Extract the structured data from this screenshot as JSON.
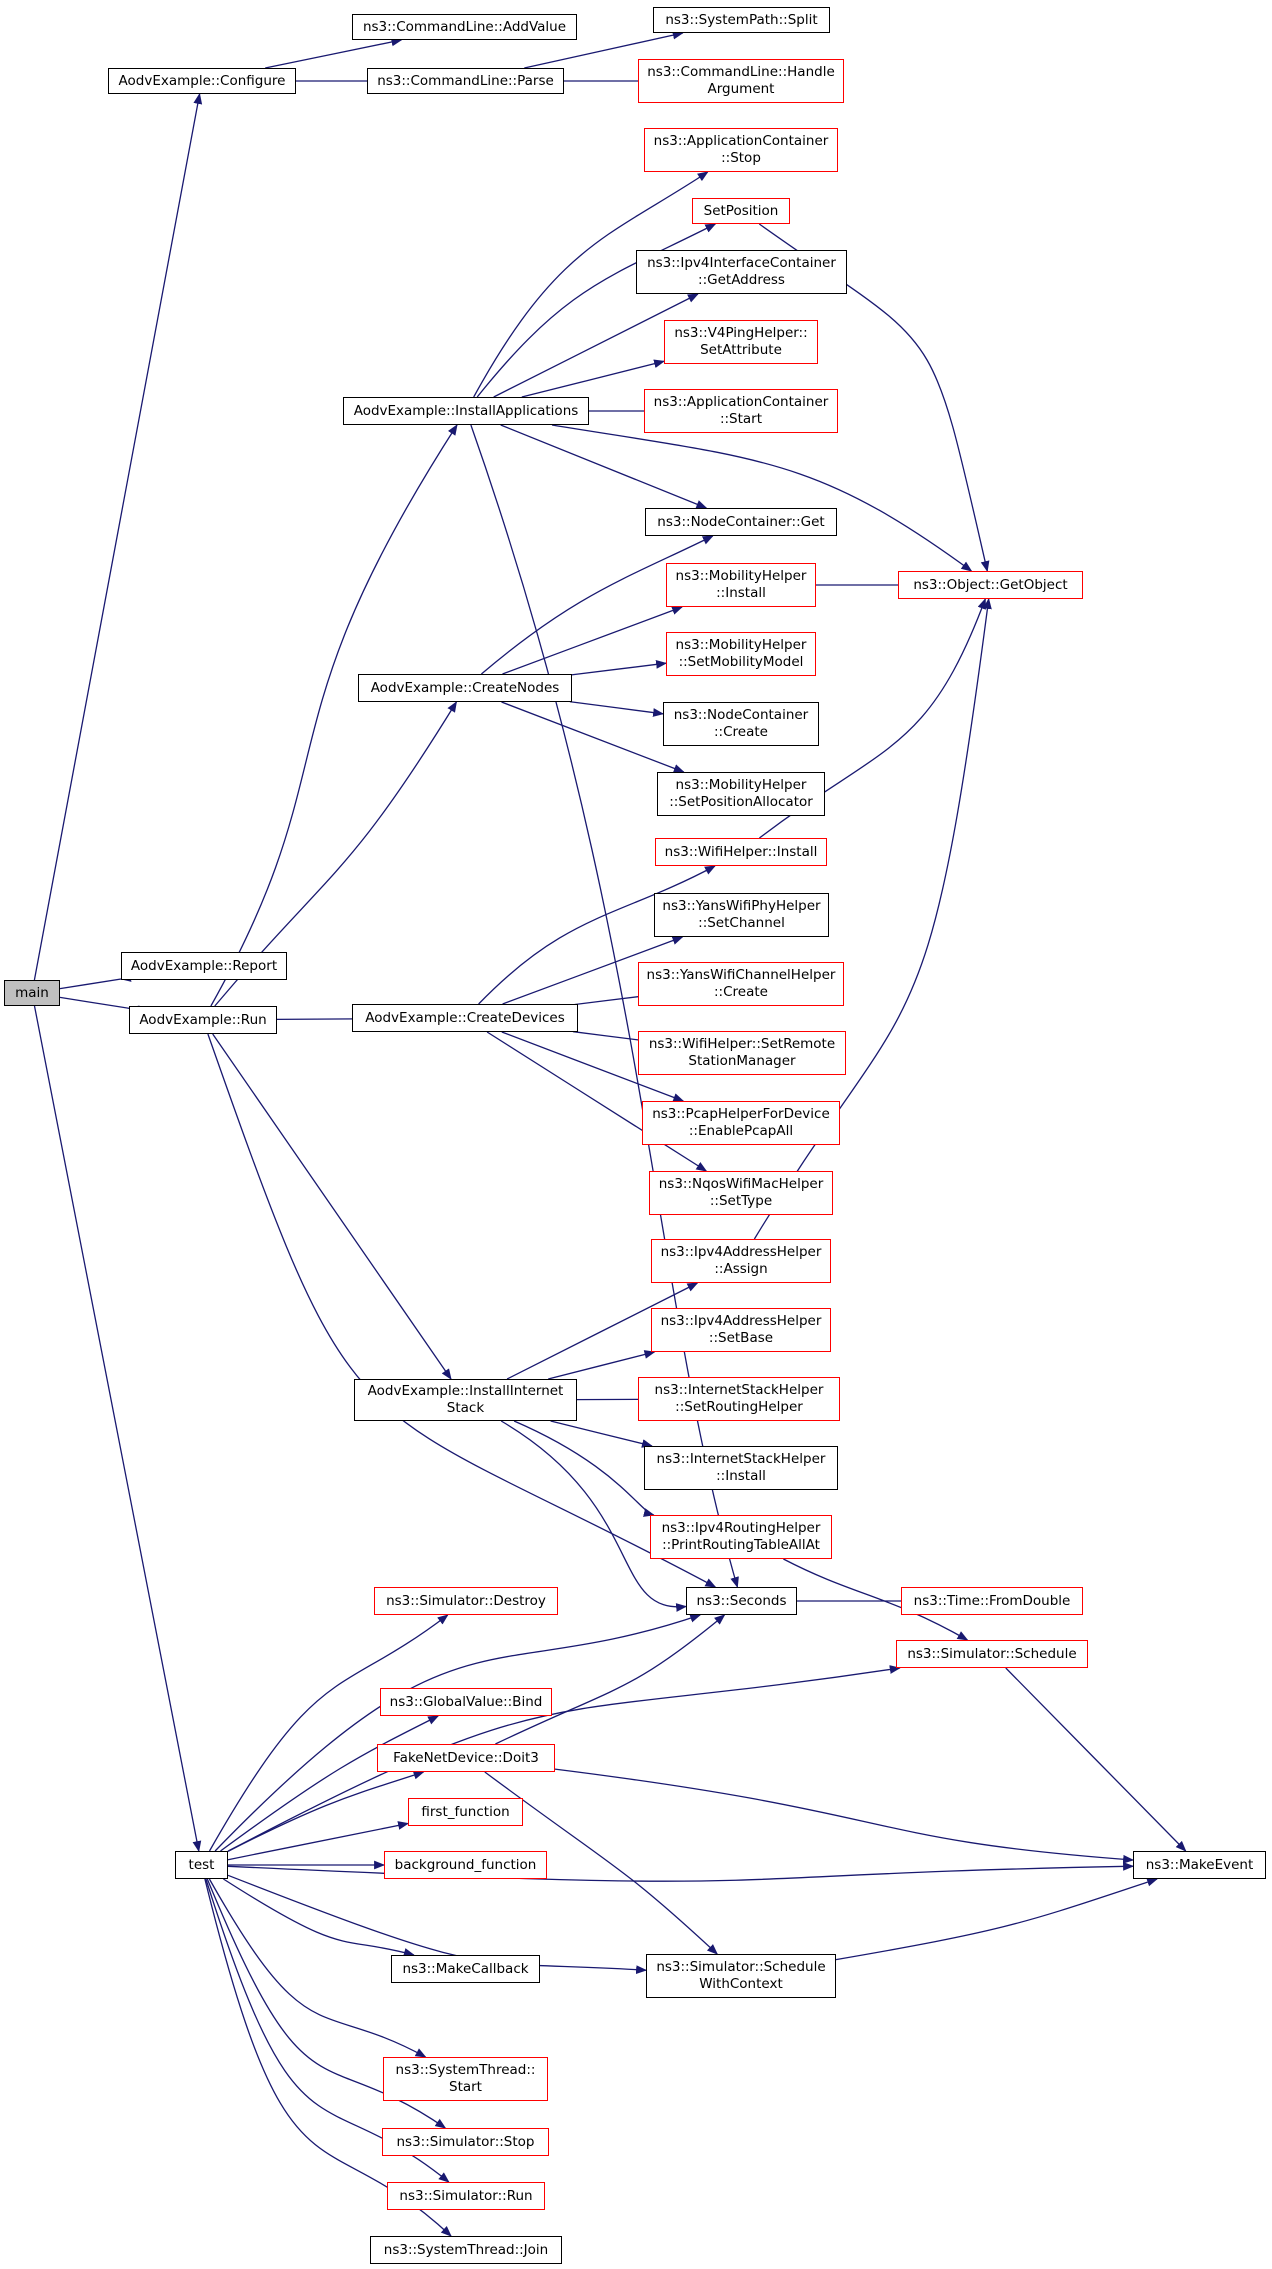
{
  "colors": {
    "edge": "#191970",
    "documented_border": "#000000",
    "undocumented_border": "#ff0000",
    "root_fill": "#bfbfbf"
  },
  "nodes": [
    {
      "id": "main",
      "label": "main",
      "style": "root"
    },
    {
      "id": "configure",
      "label": "AodvExample::Configure",
      "style": "black"
    },
    {
      "id": "addvalue",
      "label": "ns3::CommandLine::AddValue",
      "style": "black"
    },
    {
      "id": "parse",
      "label": "ns3::CommandLine::Parse",
      "style": "black"
    },
    {
      "id": "split",
      "label": "ns3::SystemPath::Split",
      "style": "black"
    },
    {
      "id": "handlearg",
      "label": "ns3::CommandLine::Handle\nArgument",
      "style": "red"
    },
    {
      "id": "appstop",
      "label": "ns3::ApplicationContainer\n::Stop",
      "style": "red"
    },
    {
      "id": "setposition",
      "label": "SetPosition",
      "style": "red"
    },
    {
      "id": "getaddress",
      "label": "ns3::Ipv4InterfaceContainer\n::GetAddress",
      "style": "black"
    },
    {
      "id": "v4ping",
      "label": "ns3::V4PingHelper::\nSetAttribute",
      "style": "red"
    },
    {
      "id": "installapps",
      "label": "AodvExample::InstallApplications",
      "style": "black"
    },
    {
      "id": "appstart",
      "label": "ns3::ApplicationContainer\n::Start",
      "style": "red"
    },
    {
      "id": "nodeget",
      "label": "ns3::NodeContainer::Get",
      "style": "black"
    },
    {
      "id": "mobinstall",
      "label": "ns3::MobilityHelper\n::Install",
      "style": "red"
    },
    {
      "id": "getobject",
      "label": "ns3::Object::GetObject",
      "style": "red"
    },
    {
      "id": "setmobmodel",
      "label": "ns3::MobilityHelper\n::SetMobilityModel",
      "style": "red"
    },
    {
      "id": "createnodes",
      "label": "AodvExample::CreateNodes",
      "style": "black"
    },
    {
      "id": "nccreate",
      "label": "ns3::NodeContainer\n::Create",
      "style": "black"
    },
    {
      "id": "setposalloc",
      "label": "ns3::MobilityHelper\n::SetPositionAllocator",
      "style": "black"
    },
    {
      "id": "wifiinstall",
      "label": "ns3::WifiHelper::Install",
      "style": "red"
    },
    {
      "id": "setchannel",
      "label": "ns3::YansWifiPhyHelper\n::SetChannel",
      "style": "black"
    },
    {
      "id": "report",
      "label": "AodvExample::Report",
      "style": "black"
    },
    {
      "id": "yanscreate",
      "label": "ns3::YansWifiChannelHelper\n::Create",
      "style": "red"
    },
    {
      "id": "run",
      "label": "AodvExample::Run",
      "style": "black"
    },
    {
      "id": "createdevices",
      "label": "AodvExample::CreateDevices",
      "style": "black"
    },
    {
      "id": "setremote",
      "label": "ns3::WifiHelper::SetRemote\nStationManager",
      "style": "red"
    },
    {
      "id": "pcap",
      "label": "ns3::PcapHelperForDevice\n::EnablePcapAll",
      "style": "red"
    },
    {
      "id": "nqos",
      "label": "ns3::NqosWifiMacHelper\n::SetType",
      "style": "red"
    },
    {
      "id": "assign",
      "label": "ns3::Ipv4AddressHelper\n::Assign",
      "style": "red"
    },
    {
      "id": "setbase",
      "label": "ns3::Ipv4AddressHelper\n::SetBase",
      "style": "red"
    },
    {
      "id": "installinternet",
      "label": "AodvExample::InstallInternet\nStack",
      "style": "black"
    },
    {
      "id": "setrouting",
      "label": "ns3::InternetStackHelper\n::SetRoutingHelper",
      "style": "red"
    },
    {
      "id": "ishinstall",
      "label": "ns3::InternetStackHelper\n::Install",
      "style": "black"
    },
    {
      "id": "printrouting",
      "label": "ns3::Ipv4RoutingHelper\n::PrintRoutingTableAllAt",
      "style": "red"
    },
    {
      "id": "simdestroy",
      "label": "ns3::Simulator::Destroy",
      "style": "red"
    },
    {
      "id": "seconds",
      "label": "ns3::Seconds",
      "style": "black"
    },
    {
      "id": "fromdouble",
      "label": "ns3::Time::FromDouble",
      "style": "red"
    },
    {
      "id": "schedule",
      "label": "ns3::Simulator::Schedule",
      "style": "red"
    },
    {
      "id": "gvbind",
      "label": "ns3::GlobalValue::Bind",
      "style": "red"
    },
    {
      "id": "doit3",
      "label": "FakeNetDevice::Doit3",
      "style": "red"
    },
    {
      "id": "firstfn",
      "label": "first_function",
      "style": "red"
    },
    {
      "id": "test",
      "label": "test",
      "style": "black"
    },
    {
      "id": "bgfn",
      "label": "background_function",
      "style": "red"
    },
    {
      "id": "makeevent",
      "label": "ns3::MakeEvent",
      "style": "black"
    },
    {
      "id": "makecallback",
      "label": "ns3::MakeCallback",
      "style": "black"
    },
    {
      "id": "schedctx",
      "label": "ns3::Simulator::Schedule\nWithContext",
      "style": "black"
    },
    {
      "id": "threadstart",
      "label": "ns3::SystemThread::\nStart",
      "style": "red"
    },
    {
      "id": "simstop",
      "label": "ns3::Simulator::Stop",
      "style": "red"
    },
    {
      "id": "simrun",
      "label": "ns3::Simulator::Run",
      "style": "red"
    },
    {
      "id": "threadjoin",
      "label": "ns3::SystemThread::Join",
      "style": "black"
    }
  ],
  "edges": [
    [
      "main",
      "configure"
    ],
    [
      "main",
      "report"
    ],
    [
      "main",
      "run"
    ],
    [
      "main",
      "test"
    ],
    [
      "configure",
      "addvalue"
    ],
    [
      "configure",
      "parse"
    ],
    [
      "parse",
      "split"
    ],
    [
      "parse",
      "handlearg"
    ],
    [
      "run",
      "installapps"
    ],
    [
      "run",
      "createnodes"
    ],
    [
      "run",
      "createdevices"
    ],
    [
      "run",
      "installinternet"
    ],
    [
      "run",
      "seconds"
    ],
    [
      "installapps",
      "appstop"
    ],
    [
      "installapps",
      "setposition"
    ],
    [
      "installapps",
      "getaddress"
    ],
    [
      "installapps",
      "v4ping"
    ],
    [
      "installapps",
      "appstart"
    ],
    [
      "installapps",
      "nodeget"
    ],
    [
      "installapps",
      "getobject"
    ],
    [
      "installapps",
      "seconds"
    ],
    [
      "setposition",
      "getobject"
    ],
    [
      "createnodes",
      "nodeget"
    ],
    [
      "createnodes",
      "mobinstall"
    ],
    [
      "createnodes",
      "setmobmodel"
    ],
    [
      "createnodes",
      "nccreate"
    ],
    [
      "createnodes",
      "setposalloc"
    ],
    [
      "mobinstall",
      "getobject"
    ],
    [
      "createdevices",
      "wifiinstall"
    ],
    [
      "createdevices",
      "setchannel"
    ],
    [
      "createdevices",
      "yanscreate"
    ],
    [
      "createdevices",
      "setremote"
    ],
    [
      "createdevices",
      "pcap"
    ],
    [
      "createdevices",
      "nqos"
    ],
    [
      "wifiinstall",
      "getobject"
    ],
    [
      "installinternet",
      "assign"
    ],
    [
      "installinternet",
      "setbase"
    ],
    [
      "installinternet",
      "setrouting"
    ],
    [
      "installinternet",
      "ishinstall"
    ],
    [
      "installinternet",
      "printrouting"
    ],
    [
      "installinternet",
      "seconds"
    ],
    [
      "assign",
      "getobject"
    ],
    [
      "printrouting",
      "schedule"
    ],
    [
      "seconds",
      "fromdouble"
    ],
    [
      "schedule",
      "makeevent"
    ],
    [
      "doit3",
      "seconds"
    ],
    [
      "doit3",
      "makeevent"
    ],
    [
      "doit3",
      "schedctx"
    ],
    [
      "schedctx",
      "makeevent"
    ],
    [
      "test",
      "seconds"
    ],
    [
      "test",
      "simdestroy"
    ],
    [
      "test",
      "schedule"
    ],
    [
      "test",
      "gvbind"
    ],
    [
      "test",
      "doit3"
    ],
    [
      "test",
      "firstfn"
    ],
    [
      "test",
      "bgfn"
    ],
    [
      "test",
      "makeevent"
    ],
    [
      "test",
      "makecallback"
    ],
    [
      "test",
      "schedctx"
    ],
    [
      "test",
      "threadstart"
    ],
    [
      "test",
      "simstop"
    ],
    [
      "test",
      "simrun"
    ],
    [
      "test",
      "threadjoin"
    ]
  ]
}
